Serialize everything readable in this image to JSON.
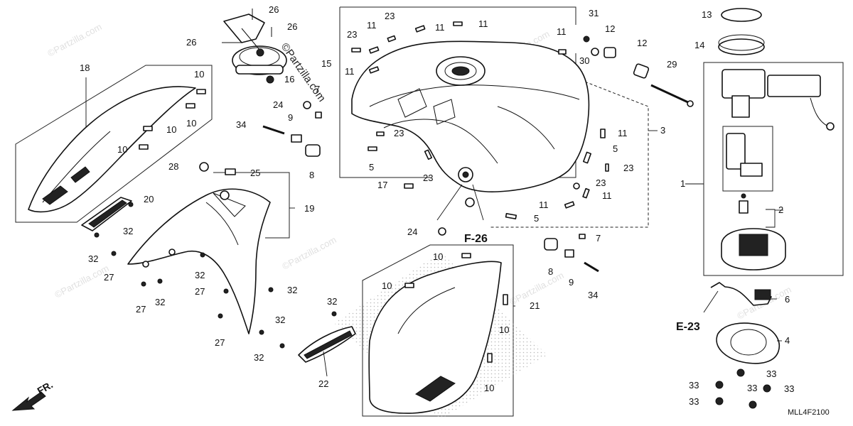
{
  "diagram_code": "MLL4F2100",
  "front_arrow_label": "FR.",
  "ref_labels": [
    "F-26",
    "E-23"
  ],
  "watermark": "©Partzilla.com",
  "callouts": [
    "1",
    "2",
    "3",
    "4",
    "5",
    "6",
    "7",
    "8",
    "9",
    "10",
    "11",
    "12",
    "13",
    "14",
    "15",
    "16",
    "17",
    "18",
    "19",
    "20",
    "21",
    "22",
    "23",
    "24",
    "25",
    "26",
    "27",
    "28",
    "29",
    "30",
    "31",
    "32",
    "33",
    "34"
  ],
  "colors": {
    "line": "#111111",
    "background": "#ffffff",
    "stipple": "#cccccc"
  }
}
